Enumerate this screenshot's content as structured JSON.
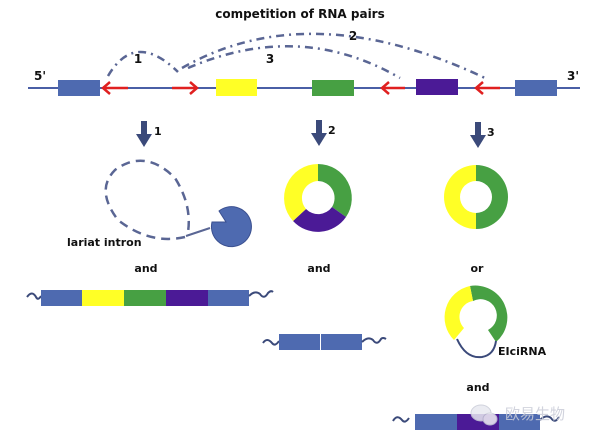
{
  "title": "competition of RNA pairs",
  "strand": {
    "five_prime": "5'",
    "three_prime": "3'"
  },
  "pair_labels": [
    "1",
    "2",
    "3"
  ],
  "pathways": [
    {
      "label": "1",
      "result_label": "lariat intron",
      "connector": "and"
    },
    {
      "label": "2",
      "connector": "and"
    },
    {
      "label": "3",
      "connector_top": "or",
      "result_label": "EIciRNA",
      "connector": "and"
    }
  ],
  "colors": {
    "exon_blue": "#4e6ab0",
    "exon_yellow": "#ffff26",
    "exon_green": "#47a043",
    "exon_purple": "#4b1a96",
    "arrow_red": "#e02020",
    "line_blue": "#4a5fa6",
    "dash_gray": "#5a6694",
    "down_arrow": "#3b4a7a"
  },
  "watermark": "欧易生物"
}
